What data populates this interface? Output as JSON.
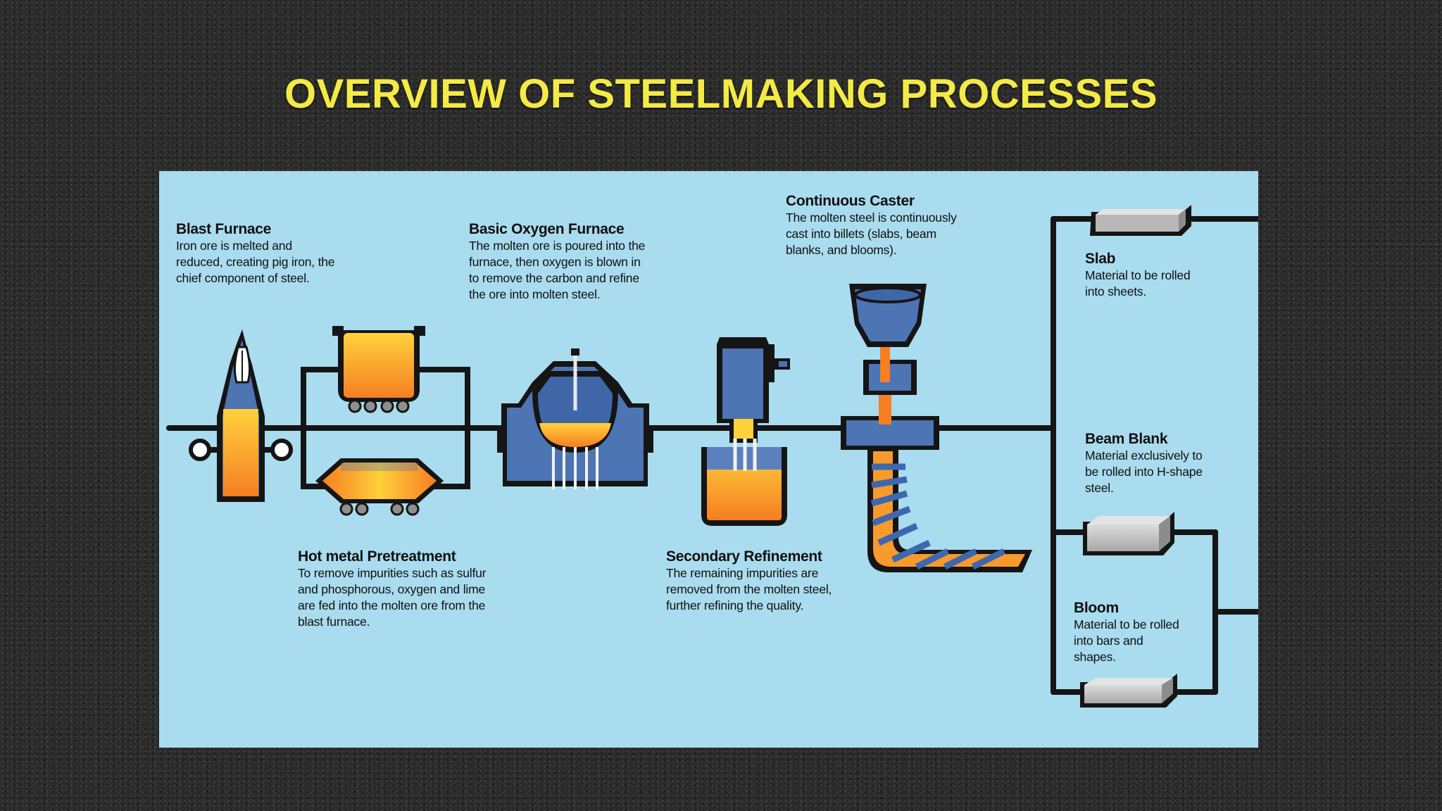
{
  "title": "OVERVIEW OF STEELMAKING PROCESSES",
  "colors": {
    "title": "#f3ea45",
    "panel_background": "#a9dcee",
    "molten_orange": "#f7902a",
    "molten_yellow": "#ffd23c",
    "vessel_blue": "#4d74b3",
    "outline": "#151515",
    "product_grey": "#b8b8b8"
  },
  "stages": {
    "blast_furnace": {
      "title": "Blast Furnace",
      "description": "Iron ore is melted and\nreduced, creating pig iron, the\nchief component of steel."
    },
    "hot_metal_pretreatment": {
      "title": "Hot metal Pretreatment",
      "description": "To remove impurities such as sulfur\nand phosphorous, oxygen and lime\nare fed into the molten ore from the\nblast furnace."
    },
    "basic_oxygen_furnace": {
      "title": "Basic Oxygen Furnace",
      "description": "The molten ore is poured into the\nfurnace, then oxygen is blown in\nto remove the carbon and refine\nthe ore into molten steel."
    },
    "secondary_refinement": {
      "title": "Secondary Refinement",
      "description": "The remaining impurities are\nremoved from the molten steel,\nfurther refining the quality."
    },
    "continuous_caster": {
      "title": "Continuous Caster",
      "description": "The molten steel is continuously\ncast into billets (slabs, beam\nblanks, and blooms)."
    }
  },
  "products": {
    "slab": {
      "title": "Slab",
      "description": "Material to be rolled\ninto sheets."
    },
    "beam_blank": {
      "title": "Beam Blank",
      "description": "Material exclusively to\nbe rolled into H-shape\nsteel."
    },
    "bloom": {
      "title": "Bloom",
      "description": "Material to be rolled\ninto bars and\nshapes."
    }
  }
}
